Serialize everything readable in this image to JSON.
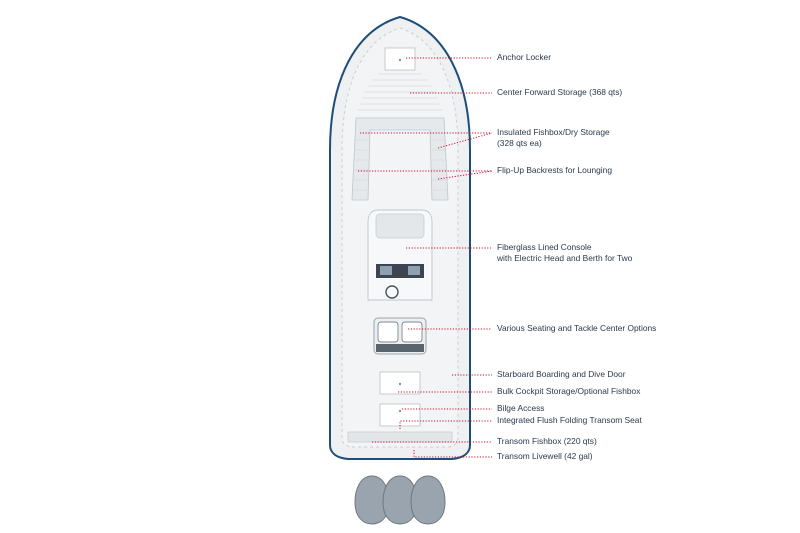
{
  "colors": {
    "hull_outline": "#1d4f7a",
    "deck": "#eef0f2",
    "deck_shade": "#e2e5e8",
    "leader_line": "#c8102e",
    "label_text": "#2b3a4a",
    "engine": "#9aa4ae"
  },
  "callouts": [
    {
      "id": "anchor-locker",
      "lines": [
        "Anchor Locker"
      ]
    },
    {
      "id": "center-forward-storage",
      "lines": [
        "Center Forward Storage (368 qts)"
      ]
    },
    {
      "id": "insulated-fishbox",
      "lines": [
        "Insulated Fishbox/Dry Storage",
        "(328 qts ea)"
      ]
    },
    {
      "id": "flip-up-backrests",
      "lines": [
        "Flip-Up Backrests for Lounging"
      ]
    },
    {
      "id": "fiberglass-console",
      "lines": [
        "Fiberglass Lined Console",
        "with Electric Head and Berth for Two"
      ]
    },
    {
      "id": "seating-tackle",
      "lines": [
        "Various Seating and Tackle Center Options"
      ]
    },
    {
      "id": "boarding-dive-door",
      "lines": [
        "Starboard Boarding and Dive Door"
      ]
    },
    {
      "id": "bulk-cockpit-storage",
      "lines": [
        "Bulk Cockpit Storage/Optional Fishbox"
      ]
    },
    {
      "id": "bilge-access",
      "lines": [
        "Bilge Access"
      ]
    },
    {
      "id": "transom-seat",
      "lines": [
        "Integrated Flush Folding Transom Seat"
      ]
    },
    {
      "id": "transom-fishbox",
      "lines": [
        "Transom Fishbox (220 qts)"
      ]
    },
    {
      "id": "transom-livewell",
      "lines": [
        "Transom Livewell (42 gal)"
      ]
    }
  ]
}
